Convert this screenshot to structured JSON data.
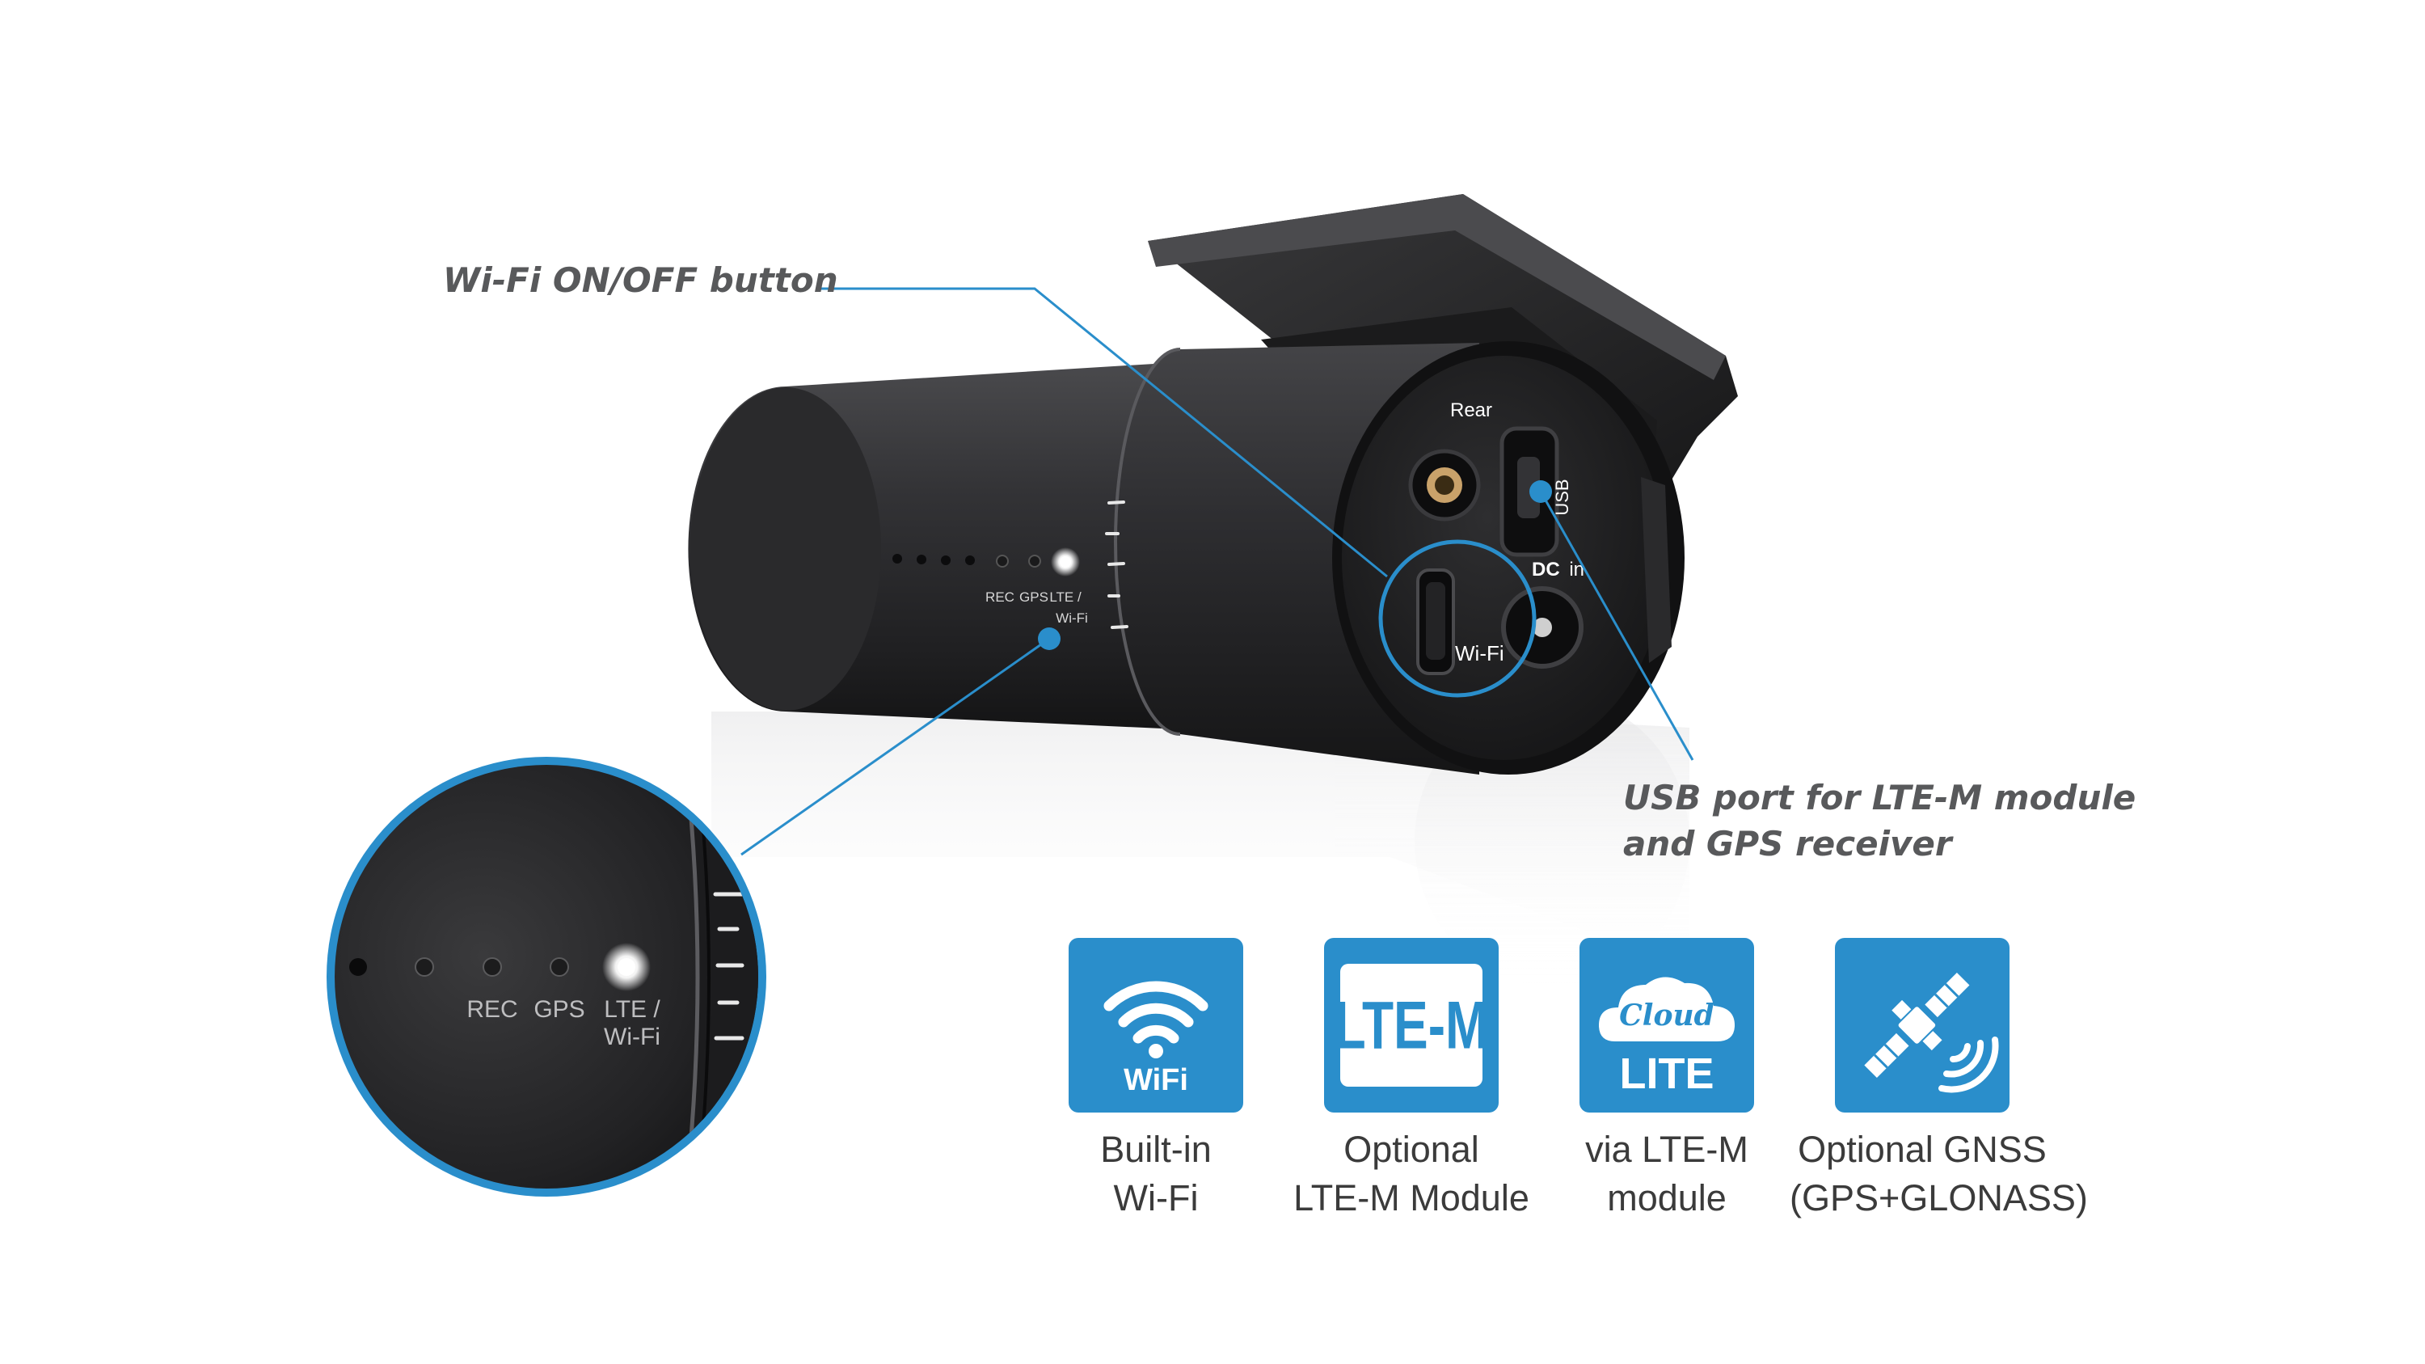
{
  "callouts": {
    "wifi_button": "Wi-Fi ON/OFF button",
    "usb_port_line1": "USB port for LTE-M module",
    "usb_port_line2": "and GPS receiver"
  },
  "camera": {
    "rear_label": "Rear",
    "usb_label": "USB",
    "dcin_label_bold": "DC",
    "dcin_label": "in",
    "wifi_button_label": "Wi-Fi",
    "indicators": {
      "rec": "REC",
      "gps": "GPS",
      "lte_line1": "LTE /",
      "lte_line2": "Wi-Fi"
    }
  },
  "zoom": {
    "rec": "REC",
    "gps": "GPS",
    "lte_line1": "LTE /",
    "lte_line2": "Wi-Fi"
  },
  "features": [
    {
      "icon": "wifi-icon",
      "tile_text": "WiFi",
      "caption": [
        "Built-in",
        "Wi-Fi"
      ]
    },
    {
      "icon": "lte-m-icon",
      "tile_text": "LTE-M",
      "caption": [
        "Optional",
        "LTE-M Module"
      ]
    },
    {
      "icon": "cloud-lite-icon",
      "tile_text": "Cloud",
      "tile_text2": "LITE",
      "caption": [
        "via LTE-M",
        "module"
      ]
    },
    {
      "icon": "satellite-icon",
      "tile_text": "",
      "caption": [
        "Optional GNSS",
        "(GPS+GLONASS)"
      ]
    }
  ],
  "colors": {
    "accent": "#2a8ecb",
    "body": "#2b2b2d",
    "callout_text": "#58595b"
  }
}
